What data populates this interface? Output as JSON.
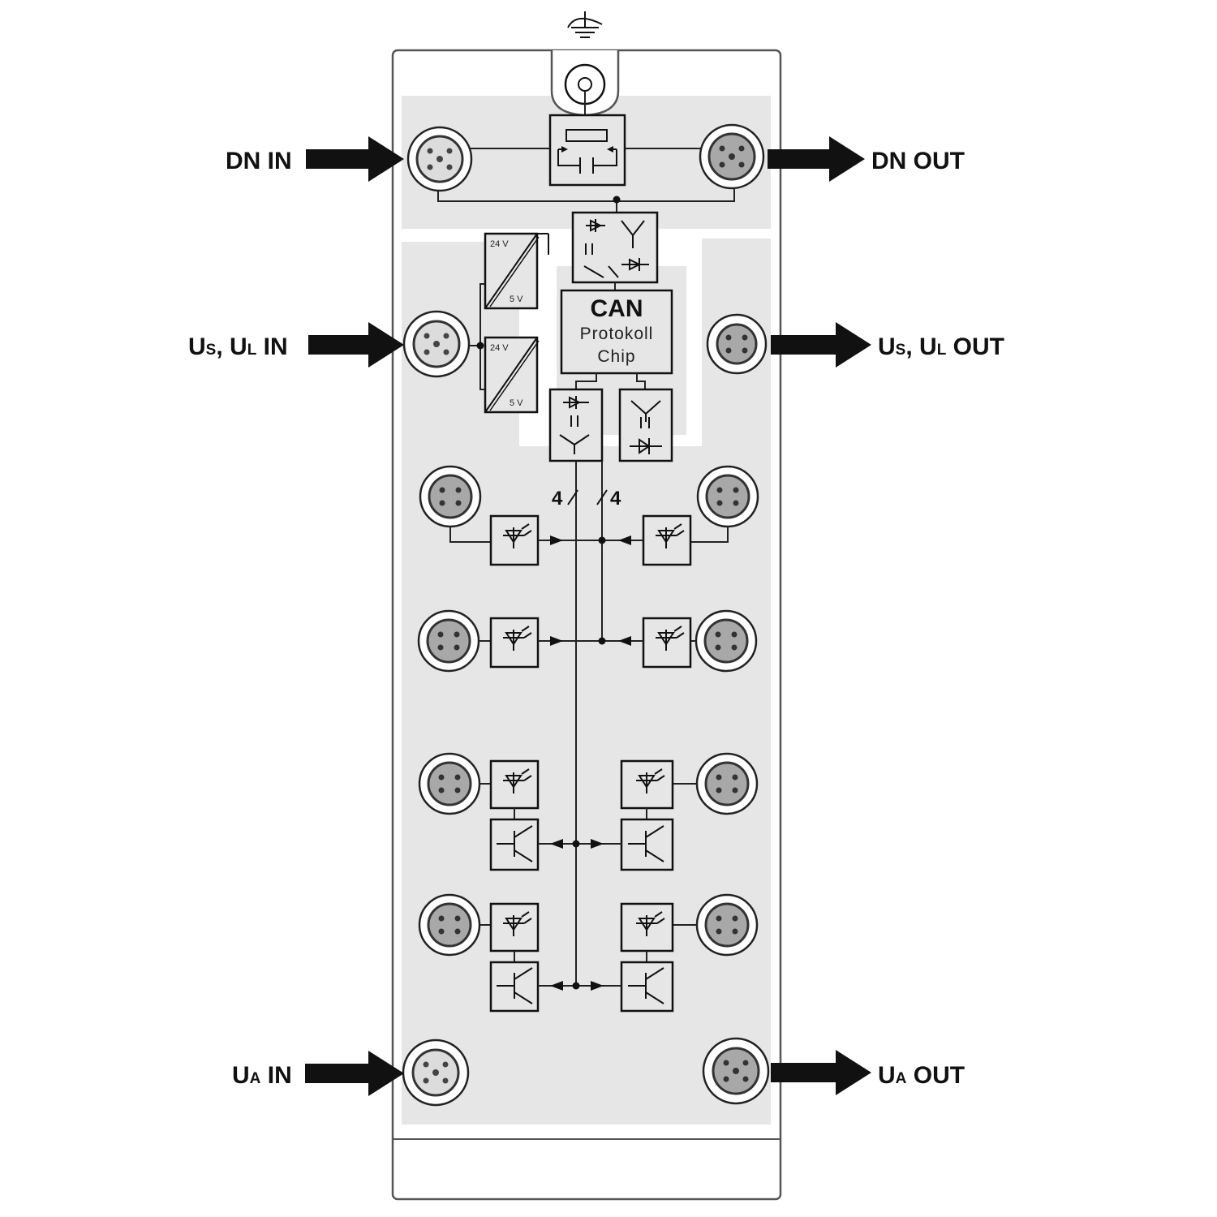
{
  "labels": {
    "dn_in": "DN IN",
    "dn_out": "DN OUT",
    "us_ul_in": {
      "a": "U",
      "a_sub": "S",
      "b": ", U",
      "b_sub": "L",
      "c": " IN"
    },
    "us_ul_out": {
      "a": "U",
      "a_sub": "S",
      "b": ", U",
      "b_sub": "L",
      "c": " OUT"
    },
    "ua_in": {
      "a": "U",
      "a_sub": "A",
      "c": " IN"
    },
    "ua_out": {
      "a": "U",
      "a_sub": "A",
      "c": " OUT"
    }
  },
  "can_chip": {
    "title": "CAN",
    "line1": "Protokoll",
    "line2": "Chip"
  },
  "converters": [
    {
      "top": "24 V",
      "bottom": "5 V"
    },
    {
      "top": "24 V",
      "bottom": "5 V"
    }
  ],
  "bus_width": {
    "left": "4",
    "right": "4"
  },
  "colors": {
    "housing": "#ffffff",
    "zone": "#e6e6e6",
    "line": "#111111",
    "connector": "#cfcfcf"
  }
}
